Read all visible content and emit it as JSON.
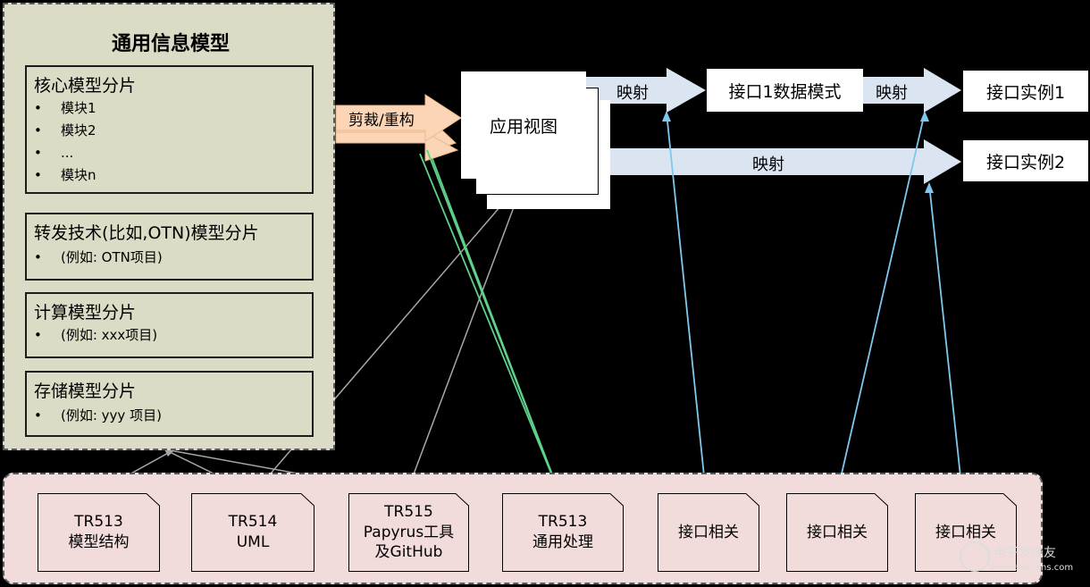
{
  "info_model": {
    "title": "通用信息模型",
    "slices": [
      {
        "title": "核心模型分片",
        "items": [
          "模块1",
          "模块2",
          "...",
          "模块n"
        ]
      },
      {
        "title": "转发技术(比如,OTN)模型分片",
        "items": [
          "(例如: OTN项目)"
        ]
      },
      {
        "title": "计算模型分片",
        "items": [
          "(例如: xxx项目)"
        ]
      },
      {
        "title": "存储模型分片",
        "items": [
          "(例如: yyy 项目)"
        ]
      }
    ],
    "bullet": "•"
  },
  "prune_label": "剪裁/重构",
  "app_view": "应用视图",
  "map_labels": [
    "映射",
    "映射",
    "映射"
  ],
  "interface_schema": "接口1数据模式",
  "interface_instances": [
    "接口实例1",
    "接口实例2"
  ],
  "tools": [
    {
      "line1": "TR513",
      "line2": "模型结构"
    },
    {
      "line1": "TR514",
      "line2": "UML"
    },
    {
      "line1": "TR515",
      "line2": "Papyrus工具",
      "line3": "及GitHub"
    },
    {
      "line1": "TR513",
      "line2": "通用处理"
    },
    {
      "line1": "接口相关"
    },
    {
      "line1": "接口相关"
    },
    {
      "line1": "接口相关"
    }
  ],
  "watermark": {
    "text1": "电子发烧友",
    "text2": "www.elecfans.com"
  },
  "colors": {
    "background": "#000000",
    "info_model_fill": "#dcdcc6",
    "tools_fill": "#f2dcdb",
    "prune_arrow": "#fbd5b5",
    "map_arrow": "#dbe5f1",
    "green_line": "#5ed18a",
    "blue_line": "#7ec8ee",
    "gray_line": "#a6a6a6"
  }
}
